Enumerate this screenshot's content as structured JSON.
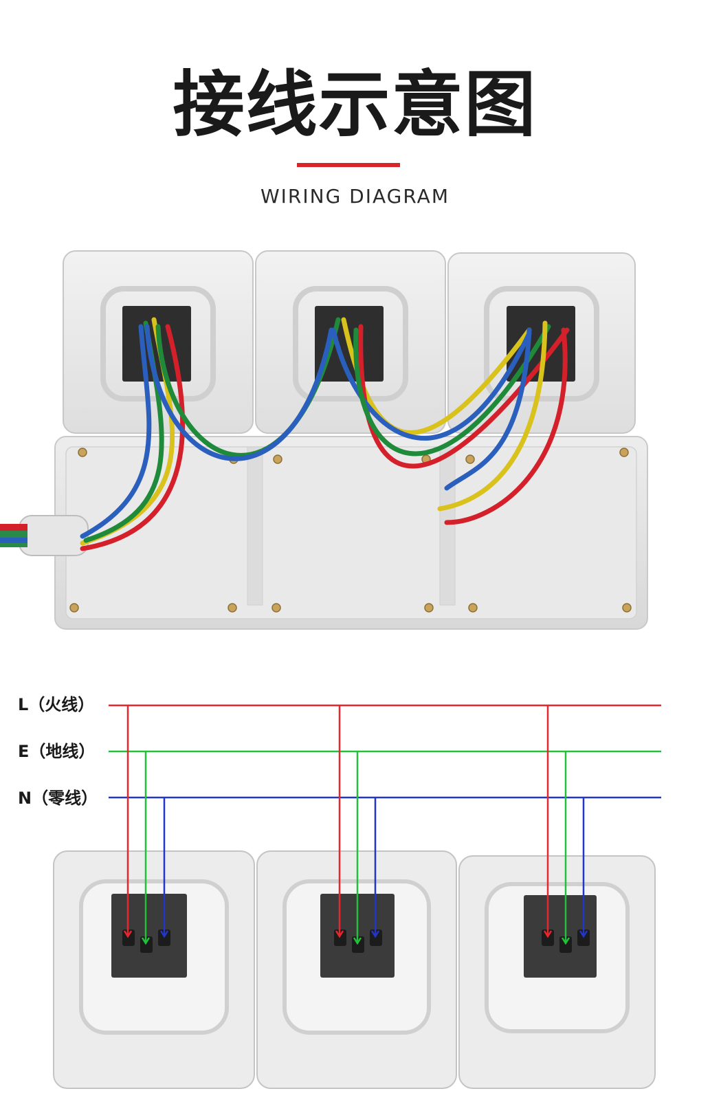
{
  "header": {
    "title": "接线示意图",
    "subtitle": "WIRING DIAGRAM"
  },
  "colors": {
    "accent_bar": "#d9252a",
    "live": "#e8262e",
    "earth": "#21c23a",
    "neutral": "#2236c7",
    "wire_yellow": "#d9c21c",
    "wire_green": "#1f8a3a",
    "wire_blue": "#2a5fbe",
    "wire_red": "#d4202a",
    "housing": "#e4e4e4",
    "terminal_block": "#3b3b3b"
  },
  "lines": [
    {
      "id": "L",
      "label": "L（火线）",
      "color": "#e8262e"
    },
    {
      "id": "E",
      "label": "E（地线）",
      "color": "#21c23a"
    },
    {
      "id": "N",
      "label": "N（零线）",
      "color": "#2236c7"
    }
  ],
  "sockets": {
    "photo_count": 3,
    "scheme_count": 3,
    "terminals": [
      "L",
      "E",
      "N"
    ]
  }
}
